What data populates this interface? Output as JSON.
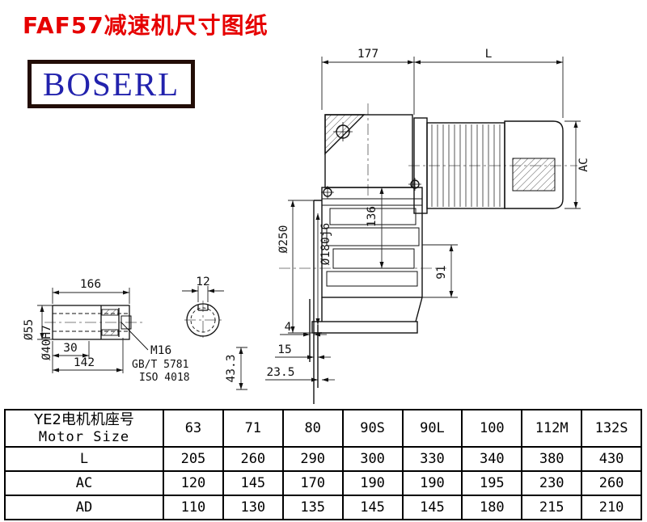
{
  "title": "FAF57减速机尺寸图纸",
  "logo_text": "BOSERL",
  "drawing": {
    "dims": {
      "top_width": "177",
      "motor_length": "L",
      "motor_diameter": "AC",
      "center_136": "136",
      "flange_250": "Ø250",
      "spigot_180": "Ø180j6",
      "dim_91": "91",
      "offset_4": "4",
      "offset_15": "15",
      "offset_23_5": "23.5",
      "dim_43_3": "43.3",
      "shaft_len_166": "166",
      "key_width_12": "12",
      "dim_30": "30",
      "dim_142": "142",
      "shaft_d55": "Ø55",
      "bore_d40": "Ø40H7",
      "thread_m16": "M16",
      "std_gb": "GB/T 5781",
      "std_iso": "ISO 4018"
    }
  },
  "table": {
    "header_cn": "YE2电机机座号",
    "header_en": "Motor Size",
    "sizes": [
      "63",
      "71",
      "80",
      "90S",
      "90L",
      "100",
      "112M",
      "132S"
    ],
    "rows": [
      {
        "label": "L",
        "values": [
          "205",
          "260",
          "290",
          "300",
          "330",
          "340",
          "380",
          "430"
        ]
      },
      {
        "label": "AC",
        "values": [
          "120",
          "145",
          "170",
          "190",
          "190",
          "195",
          "230",
          "260"
        ]
      },
      {
        "label": "AD",
        "values": [
          "110",
          "130",
          "135",
          "145",
          "145",
          "180",
          "215",
          "210"
        ]
      }
    ]
  }
}
